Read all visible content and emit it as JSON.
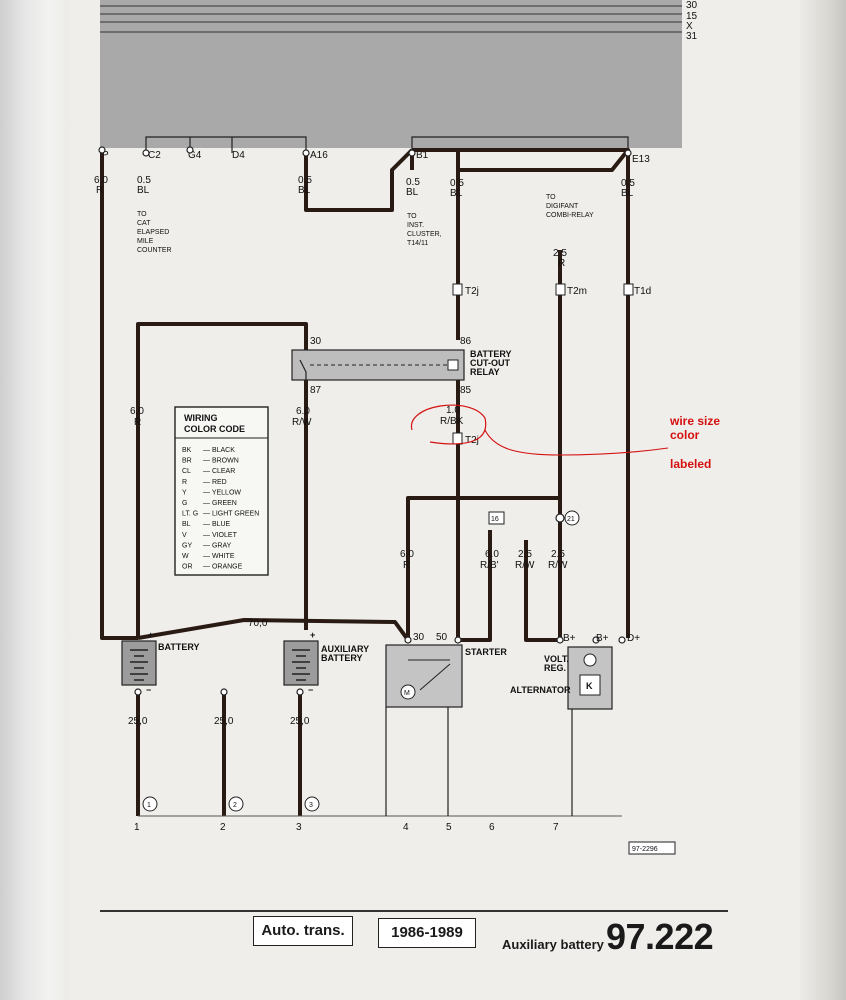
{
  "top_terminals": [
    "30",
    "15",
    "X",
    "31"
  ],
  "connectors": {
    "p": "P",
    "c2": "C2",
    "g4": "G4",
    "d4": "D4",
    "a16": "A16",
    "b1": "B1",
    "e13": "E13"
  },
  "wires": {
    "p_size": "6.0",
    "p_color": "R",
    "c2_size": "0.5",
    "c2_color": "BL",
    "a16_size": "0.5",
    "a16_color": "BL",
    "b1_size": "0.5",
    "b1_color": "BL",
    "relay_feed_size": "0.5",
    "relay_feed_color": "BL",
    "e13_size": "0.5",
    "e13_color": "BL",
    "combi_size": "2.5",
    "combi_color": "R",
    "bat_feed_size": "6.0",
    "bat_feed_color": "R",
    "aux_feed_size": "6.0",
    "aux_feed_color": "R/W",
    "relay_out_size": "1.0",
    "relay_out_color": "R/BK",
    "starter30_size": "6.0",
    "starter30_color": "R",
    "starter50_size": "6.0",
    "starter50_color": "R/B'",
    "volt_reg_a_size": "2.5",
    "volt_reg_a_color": "R/W",
    "volt_reg_b_size": "2.5",
    "volt_reg_b_color": "R/W",
    "link_size": "70,0",
    "ground1": "25,0",
    "ground2": "25,0",
    "ground3": "25,0"
  },
  "notes": {
    "cat_counter": [
      "TO",
      "CAT",
      "ELAPSED",
      "MILE",
      "COUNTER"
    ],
    "inst_cluster": [
      "TO",
      "INST.",
      "CLUSTER,",
      "T14/11"
    ],
    "digifant": [
      "TO",
      "DIGIFANT",
      "COMBI-RELAY"
    ]
  },
  "plugs": {
    "t2j_a": "T2j",
    "t2m": "T2m",
    "t1d": "T1d",
    "t2j_b": "T2j"
  },
  "relay": {
    "label": [
      "BATTERY",
      "CUT-OUT",
      "RELAY"
    ],
    "pin30": "30",
    "pin87": "87",
    "pin86": "86",
    "pin85": "85"
  },
  "color_code": {
    "title": [
      "WIRING",
      "COLOR CODE"
    ],
    "entries": [
      [
        "BK",
        "— BLACK"
      ],
      [
        "BR",
        "— BROWN"
      ],
      [
        "CL",
        "— CLEAR"
      ],
      [
        "R",
        "— RED"
      ],
      [
        "Y",
        "— YELLOW"
      ],
      [
        "G",
        "— GREEN"
      ],
      [
        "LT. G",
        "— LIGHT GREEN"
      ],
      [
        "BL",
        "— BLUE"
      ],
      [
        "V",
        "— VIOLET"
      ],
      [
        "GY",
        "— GRAY"
      ],
      [
        "W",
        "— WHITE"
      ],
      [
        "OR",
        "— ORANGE"
      ]
    ]
  },
  "components": {
    "battery": "BATTERY",
    "aux_battery": [
      "AUXILIARY",
      "BATTERY"
    ],
    "starter": "STARTER",
    "starter_pin30": "30",
    "starter_pin50": "50",
    "volt_reg": [
      "VOLT.",
      "REG."
    ],
    "alternator": "ALTERNATOR",
    "b_plus_1": "B+",
    "b_plus_2": "B+",
    "d_plus": "D+",
    "junction_21": "21",
    "box_16": "16",
    "plus": "+",
    "minus": "−"
  },
  "ground_points": [
    "1",
    "2",
    "3"
  ],
  "tracks": [
    "1",
    "2",
    "3",
    "4",
    "5",
    "6",
    "7"
  ],
  "ref_code": "97-2296",
  "annotation": [
    "wire size",
    "color",
    "labeled"
  ],
  "footer": {
    "trans": "Auto. trans.",
    "years": "1986-1989",
    "title": "Auxiliary battery",
    "number": "97.222"
  }
}
